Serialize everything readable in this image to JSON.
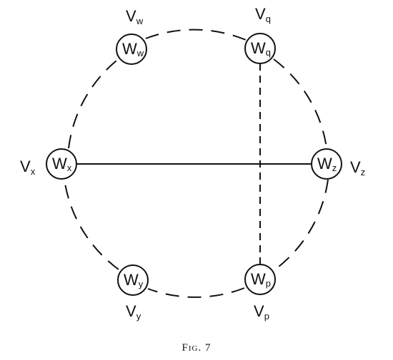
{
  "caption": "Fig. 7",
  "nodes": {
    "w": {
      "inner_main": "W",
      "inner_sub": "w",
      "outer_main": "V",
      "outer_sub": "w"
    },
    "q": {
      "inner_main": "W",
      "inner_sub": "q",
      "outer_main": "V",
      "outer_sub": "q"
    },
    "x": {
      "inner_main": "W",
      "inner_sub": "x",
      "outer_main": "V",
      "outer_sub": "x"
    },
    "z": {
      "inner_main": "W",
      "inner_sub": "z",
      "outer_main": "V",
      "outer_sub": "z"
    },
    "y": {
      "inner_main": "W",
      "inner_sub": "y",
      "outer_main": "V",
      "outer_sub": "y"
    },
    "p": {
      "inner_main": "W",
      "inner_sub": "p",
      "outer_main": "V",
      "outer_sub": "p"
    }
  },
  "ring": {
    "style": "dashed",
    "order": [
      "w",
      "q",
      "z",
      "p",
      "y",
      "x"
    ]
  },
  "edges": [
    {
      "from": "x",
      "to": "z",
      "style": "solid"
    },
    {
      "from": "q",
      "to": "p",
      "style": "dashed"
    }
  ],
  "colors": {
    "ink": "#111111",
    "background": "#ffffff"
  }
}
